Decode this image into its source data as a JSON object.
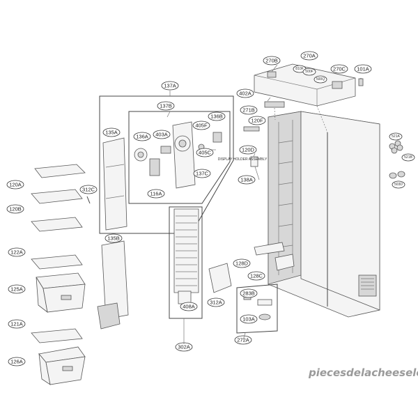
{
  "watermark": "piecesdelacheeselec.com",
  "labels": [
    "137A",
    "137B",
    "136B",
    "136A",
    "403A",
    "405F",
    "405C",
    "137C",
    "116A",
    "135A",
    "135B",
    "120A",
    "120B",
    "312C",
    "122A",
    "125A",
    "121A",
    "126A",
    "408A",
    "302A",
    "312A",
    "270B",
    "270A",
    "270C",
    "101A",
    "810F",
    "500F",
    "500Q",
    "402A",
    "271B",
    "120F",
    "120D",
    "138A",
    "128D",
    "128C",
    "283B",
    "103A",
    "272A",
    "521A",
    "521B",
    "503D"
  ],
  "tiny_notes": [
    "DISPLAY HOLDER ASSEMBLY"
  ]
}
